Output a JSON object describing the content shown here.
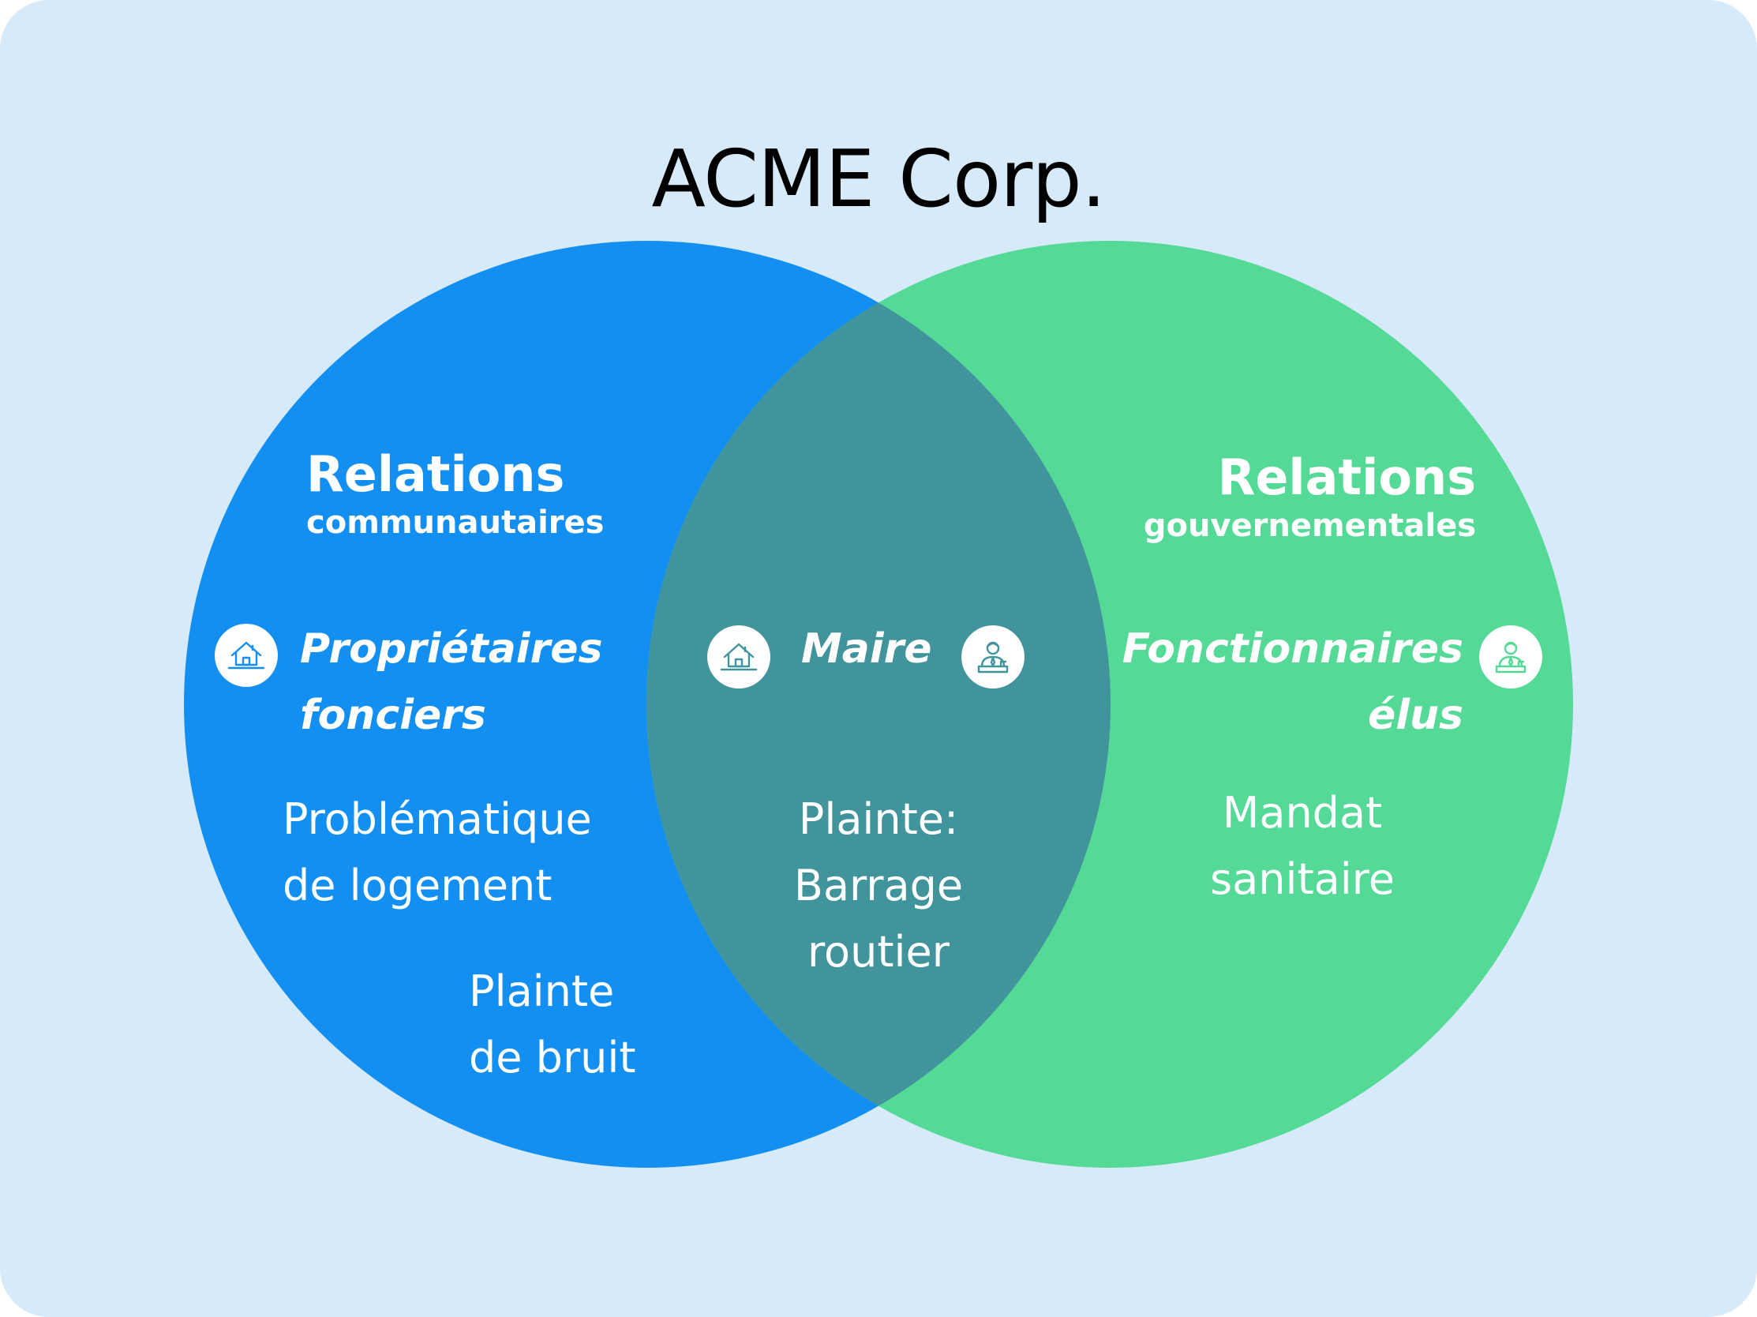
{
  "title": "ACME Corp.",
  "colors": {
    "background": "#d6eafa",
    "left_circle": "#128ff0",
    "right_circle": "#54d996",
    "overlap": "#42949c",
    "text": "#ffffff",
    "title": "#000000"
  },
  "left": {
    "heading": "Relations",
    "subheading": "communautaires",
    "stakeholder_line1": "Propriétaires",
    "stakeholder_line2": "fonciers",
    "stakeholder_icon": "house-icon",
    "issue1_line1": "Problématique",
    "issue1_line2": "de logement",
    "issue2_line1": "Plainte",
    "issue2_line2": "de bruit"
  },
  "center": {
    "stakeholder": "Maire",
    "icon_left": "house-icon",
    "icon_right": "official-icon",
    "issue_line1": "Plainte:",
    "issue_line2": "Barrage",
    "issue_line3": "routier"
  },
  "right": {
    "heading": "Relations",
    "subheading": "gouvernementales",
    "stakeholder_line1": "Fonctionnaires",
    "stakeholder_line2": "élus",
    "stakeholder_icon": "official-icon",
    "issue_line1": "Mandat",
    "issue_line2": "sanitaire"
  }
}
